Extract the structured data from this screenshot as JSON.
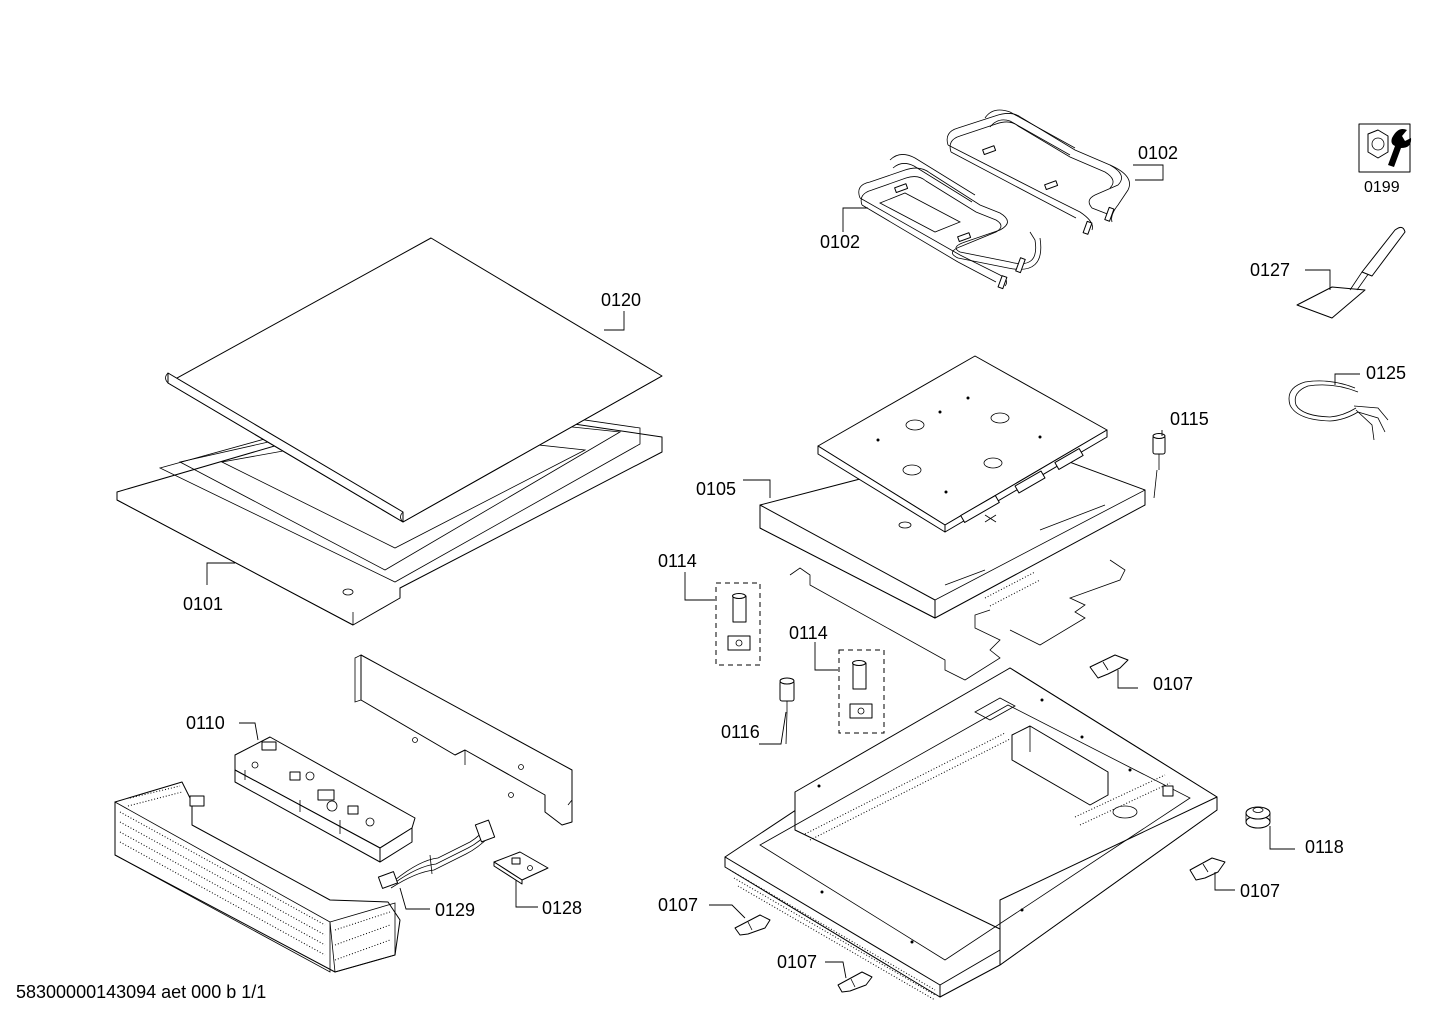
{
  "labels": {
    "p0101": "0101",
    "p0102a": "0102",
    "p0102b": "0102",
    "p0105": "0105",
    "p0107a": "0107",
    "p0107b": "0107",
    "p0107c": "0107",
    "p0107d": "0107",
    "p0110": "0110",
    "p0114a": "0114",
    "p0114b": "0114",
    "p0115": "0115",
    "p0116": "0116",
    "p0118": "0118",
    "p0120": "0120",
    "p0125": "0125",
    "p0127": "0127",
    "p0128": "0128",
    "p0129": "0129",
    "p0199": "0199"
  },
  "footer": {
    "document_id": "58300000143094 aet 000 b 1/1"
  },
  "icons": {
    "service_kit": "nut-and-wrench-icon"
  }
}
